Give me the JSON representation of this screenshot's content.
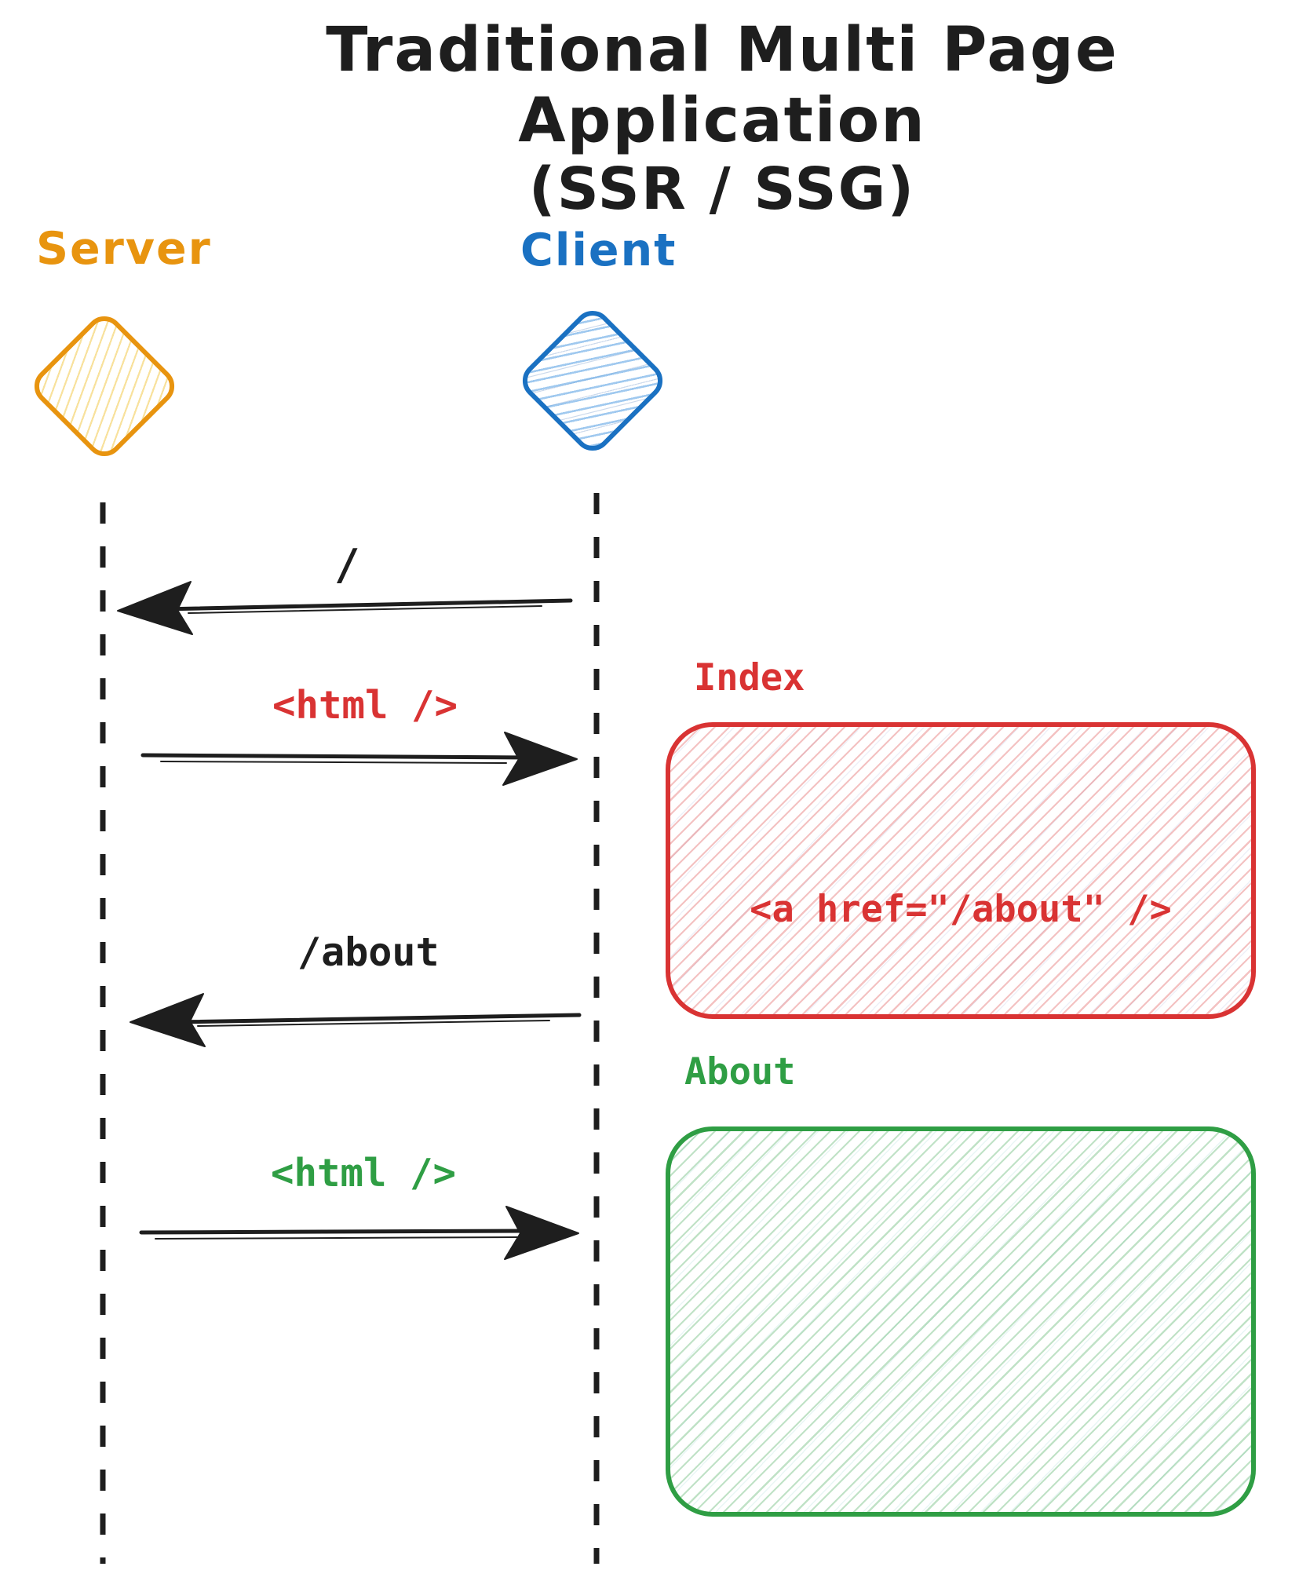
{
  "title": {
    "line1": "Traditional Multi Page Application",
    "line2": "(SSR / SSG)"
  },
  "colors": {
    "ink": "#1e1e1e",
    "server_orange": "#e8940f",
    "client_blue": "#1a71c2",
    "index_red": "#d93333",
    "about_green": "#2f9e44"
  },
  "actors": [
    {
      "label": "Server",
      "color": "#e8940f"
    },
    {
      "label": "Client",
      "color": "#1a71c2"
    }
  ],
  "messages": [
    {
      "label": "/",
      "direction": "client-to-server",
      "color": "#1e1e1e"
    },
    {
      "label": "<html />",
      "direction": "server-to-client",
      "color": "#d93333"
    },
    {
      "label": "/about",
      "direction": "client-to-server",
      "color": "#1e1e1e"
    },
    {
      "label": "<html />",
      "direction": "server-to-client",
      "color": "#2f9e44"
    }
  ],
  "pages": [
    {
      "label": "Index",
      "content": "<a href=\"/about\" />",
      "color": "#d93333"
    },
    {
      "label": "About",
      "content": "",
      "color": "#2f9e44"
    }
  ]
}
